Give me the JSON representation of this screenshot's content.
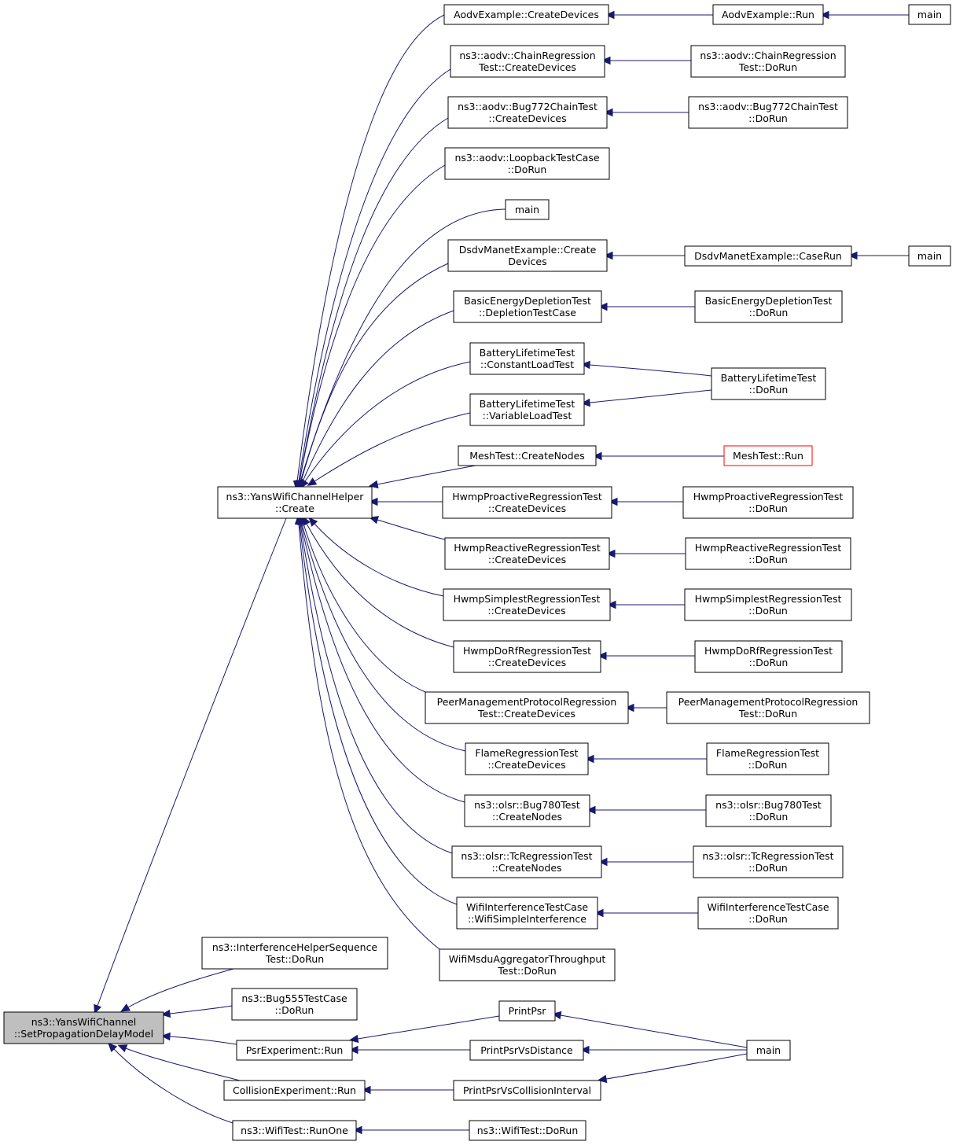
{
  "diagram": {
    "edge_color": "#191970",
    "focus_fill": "#bfbfbf",
    "truncated_border": "#ff0000",
    "nodes": [
      {
        "id": "setprop",
        "lines": [
          "ns3::YansWifiChannel",
          "::SetPropagationDelayModel"
        ],
        "focus": true
      },
      {
        "id": "create",
        "lines": [
          "ns3::YansWifiChannelHelper",
          "::Create"
        ]
      },
      {
        "id": "aodv_cd",
        "lines": [
          "AodvExample::CreateDevices"
        ]
      },
      {
        "id": "aodv_run",
        "lines": [
          "AodvExample::Run"
        ]
      },
      {
        "id": "main1",
        "lines": [
          "main"
        ]
      },
      {
        "id": "chain_cd",
        "lines": [
          "ns3::aodv::ChainRegression",
          "Test::CreateDevices"
        ]
      },
      {
        "id": "chain_dorun",
        "lines": [
          "ns3::aodv::ChainRegression",
          "Test::DoRun"
        ]
      },
      {
        "id": "bug772_cd",
        "lines": [
          "ns3::aodv::Bug772ChainTest",
          "::CreateDevices"
        ]
      },
      {
        "id": "bug772_dorun",
        "lines": [
          "ns3::aodv::Bug772ChainTest",
          "::DoRun"
        ]
      },
      {
        "id": "loopback",
        "lines": [
          "ns3::aodv::LoopbackTestCase",
          "::DoRun"
        ]
      },
      {
        "id": "main2",
        "lines": [
          "main"
        ]
      },
      {
        "id": "dsdv_cd",
        "lines": [
          "DsdvManetExample::Create",
          "Devices"
        ]
      },
      {
        "id": "dsdv_caserun",
        "lines": [
          "DsdvManetExample::CaseRun"
        ]
      },
      {
        "id": "main3",
        "lines": [
          "main"
        ]
      },
      {
        "id": "bed_dtc",
        "lines": [
          "BasicEnergyDepletionTest",
          "::DepletionTestCase"
        ]
      },
      {
        "id": "bed_dorun",
        "lines": [
          "BasicEnergyDepletionTest",
          "::DoRun"
        ]
      },
      {
        "id": "blt_const",
        "lines": [
          "BatteryLifetimeTest",
          "::ConstantLoadTest"
        ]
      },
      {
        "id": "blt_var",
        "lines": [
          "BatteryLifetimeTest",
          "::VariableLoadTest"
        ]
      },
      {
        "id": "blt_dorun",
        "lines": [
          "BatteryLifetimeTest",
          "::DoRun"
        ]
      },
      {
        "id": "mesh_cn",
        "lines": [
          "MeshTest::CreateNodes"
        ]
      },
      {
        "id": "mesh_run",
        "lines": [
          "MeshTest::Run"
        ],
        "truncated": true
      },
      {
        "id": "hpro_cd",
        "lines": [
          "HwmpProactiveRegressionTest",
          "::CreateDevices"
        ]
      },
      {
        "id": "hpro_dorun",
        "lines": [
          "HwmpProactiveRegressionTest",
          "::DoRun"
        ]
      },
      {
        "id": "hrea_cd",
        "lines": [
          "HwmpReactiveRegressionTest",
          "::CreateDevices"
        ]
      },
      {
        "id": "hrea_dorun",
        "lines": [
          "HwmpReactiveRegressionTest",
          "::DoRun"
        ]
      },
      {
        "id": "hsim_cd",
        "lines": [
          "HwmpSimplestRegressionTest",
          "::CreateDevices"
        ]
      },
      {
        "id": "hsim_dorun",
        "lines": [
          "HwmpSimplestRegressionTest",
          "::DoRun"
        ]
      },
      {
        "id": "hdorf_cd",
        "lines": [
          "HwmpDoRfRegressionTest",
          "::CreateDevices"
        ]
      },
      {
        "id": "hdorf_dorun",
        "lines": [
          "HwmpDoRfRegressionTest",
          "::DoRun"
        ]
      },
      {
        "id": "peer_cd",
        "lines": [
          "PeerManagementProtocolRegression",
          "Test::CreateDevices"
        ]
      },
      {
        "id": "peer_dorun",
        "lines": [
          "PeerManagementProtocolRegression",
          "Test::DoRun"
        ]
      },
      {
        "id": "flame_cd",
        "lines": [
          "FlameRegressionTest",
          "::CreateDevices"
        ]
      },
      {
        "id": "flame_dorun",
        "lines": [
          "FlameRegressionTest",
          "::DoRun"
        ]
      },
      {
        "id": "olsr780_cn",
        "lines": [
          "ns3::olsr::Bug780Test",
          "::CreateNodes"
        ]
      },
      {
        "id": "olsr780_dorun",
        "lines": [
          "ns3::olsr::Bug780Test",
          "::DoRun"
        ]
      },
      {
        "id": "olsrtc_cn",
        "lines": [
          "ns3::olsr::TcRegressionTest",
          "::CreateNodes"
        ]
      },
      {
        "id": "olsrtc_dorun",
        "lines": [
          "ns3::olsr::TcRegressionTest",
          "::DoRun"
        ]
      },
      {
        "id": "wifiint_wsi",
        "lines": [
          "WifiInterferenceTestCase",
          "::WifiSimpleInterference"
        ]
      },
      {
        "id": "wifiint_dorun",
        "lines": [
          "WifiInterferenceTestCase",
          "::DoRun"
        ]
      },
      {
        "id": "msdu",
        "lines": [
          "WifiMsduAggregatorThroughput",
          "Test::DoRun"
        ]
      },
      {
        "id": "ihs",
        "lines": [
          "ns3::InterferenceHelperSequence",
          "Test::DoRun"
        ]
      },
      {
        "id": "bug555",
        "lines": [
          "ns3::Bug555TestCase",
          "::DoRun"
        ]
      },
      {
        "id": "psrexp",
        "lines": [
          "PsrExperiment::Run"
        ]
      },
      {
        "id": "printpsr",
        "lines": [
          "PrintPsr"
        ]
      },
      {
        "id": "printpsrdist",
        "lines": [
          "PrintPsrVsDistance"
        ]
      },
      {
        "id": "main4",
        "lines": [
          "main"
        ]
      },
      {
        "id": "collexp",
        "lines": [
          "CollisionExperiment::Run"
        ]
      },
      {
        "id": "printpsrci",
        "lines": [
          "PrintPsrVsCollisionInterval"
        ]
      },
      {
        "id": "wifitest_runone",
        "lines": [
          "ns3::WifiTest::RunOne"
        ]
      },
      {
        "id": "wifitest_dorun",
        "lines": [
          "ns3::WifiTest::DoRun"
        ]
      }
    ]
  }
}
